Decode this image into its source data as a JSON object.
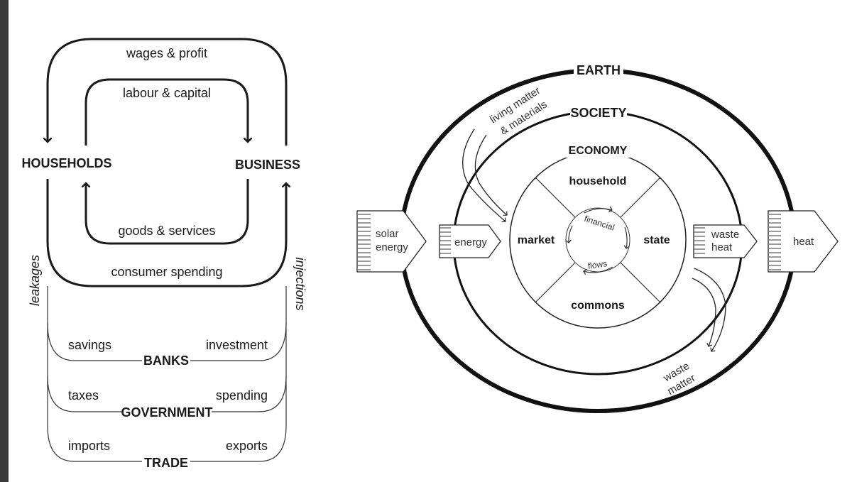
{
  "left_diagram": {
    "households": "HOUSEHOLDS",
    "business": "BUSINESS",
    "wages_profit": "wages & profit",
    "labour_capital": "labour & capital",
    "goods_services": "goods & services",
    "consumer_spending": "consumer spending",
    "leakages": "leakages",
    "injections": "injections",
    "savings": "savings",
    "investment": "investment",
    "banks": "BANKS",
    "taxes": "taxes",
    "spending": "spending",
    "government": "GOVERNMENT",
    "imports": "imports",
    "exports": "exports",
    "trade": "TRADE"
  },
  "right_diagram": {
    "earth": "EARTH",
    "society": "SOCIETY",
    "economy": "ECONOMY",
    "household": "household",
    "market": "market",
    "state": "state",
    "commons": "commons",
    "financial": "financial",
    "flows": "flows",
    "living_matter_1": "living matter",
    "living_matter_2": "& materials",
    "solar_1": "solar",
    "solar_2": "energy",
    "energy": "energy",
    "waste_heat_1": "waste",
    "waste_heat_2": "heat",
    "heat": "heat",
    "waste_matter_1": "waste",
    "waste_matter_2": "matter"
  }
}
